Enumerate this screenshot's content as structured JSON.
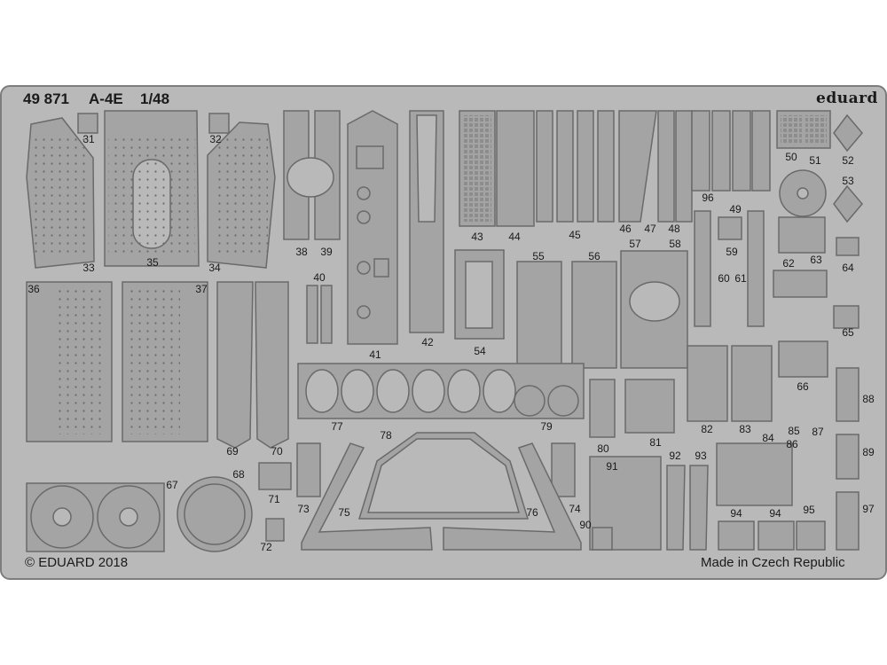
{
  "header": {
    "set_number": "49 871",
    "model": "A-4E",
    "scale": "1/48"
  },
  "brand": "eduard",
  "footer": {
    "copyright": "© EDUARD 2018",
    "origin": "Made in Czech Republic"
  },
  "colors": {
    "fret": "#b9b9b9",
    "part": "#a4a4a4",
    "part_edge": "#6a6a6a",
    "ink": "#1a1a1a"
  },
  "part_numbers": [
    "31",
    "32",
    "33",
    "34",
    "35",
    "36",
    "37",
    "38",
    "39",
    "40",
    "41",
    "42",
    "43",
    "44",
    "45",
    "46",
    "47",
    "48",
    "49",
    "50",
    "51",
    "52",
    "53",
    "54",
    "55",
    "56",
    "57",
    "58",
    "59",
    "60",
    "61",
    "62",
    "63",
    "64",
    "65",
    "66",
    "67",
    "68",
    "69",
    "70",
    "71",
    "72",
    "73",
    "74",
    "75",
    "76",
    "77",
    "78",
    "79",
    "80",
    "81",
    "82",
    "83",
    "84",
    "85",
    "86",
    "87",
    "88",
    "89",
    "90",
    "91",
    "92",
    "93",
    "94",
    "94",
    "95",
    "96",
    "97"
  ]
}
